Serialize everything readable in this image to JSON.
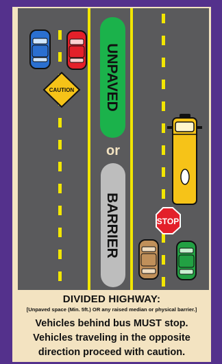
{
  "diagram": {
    "median_top_label": "UNPAVED",
    "or_label": "or",
    "median_bottom_label": "BARRIER",
    "caution_sign_text": "CAUTION",
    "stop_sign_text": "STOP"
  },
  "caption": {
    "title": "DIVIDED HIGHWAY:",
    "subtitle": "[Unpaved space (Min. 5ft.) OR any raised median or physical barrier.]",
    "line1_pre": "Vehicles behind bus ",
    "line1_emph": "MUST",
    "line1_post": " stop.",
    "line2": "Vehicles traveling in the opposite",
    "line3": "direction proceed with caution."
  },
  "colors": {
    "frame": "#54318c",
    "panel": "#f3e3c1",
    "road": "#5a5a5c",
    "lane_line": "#f2e600",
    "median_green": "#1bb24b",
    "median_gray": "#bdbdbd",
    "bus": "#f6c318",
    "stop_sign": "#e3202a",
    "caution_sign": "#f6c318"
  }
}
